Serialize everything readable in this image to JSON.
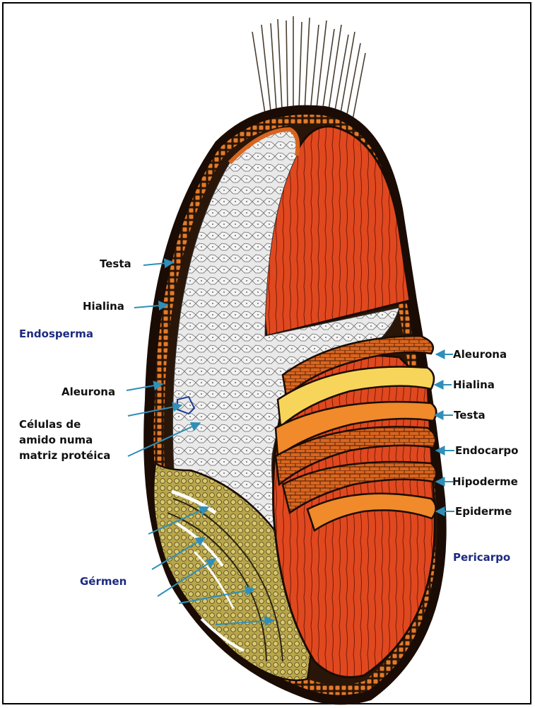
{
  "labels": {
    "left": {
      "testa": "Testa",
      "hialina": "Hialina",
      "endosperma": "Endosperma",
      "aleurona": "Aleurona",
      "celulas_line1": "Células de",
      "celulas_line2": "amido numa",
      "celulas_line3": "matriz protéica",
      "germen": "Gérmen"
    },
    "right": {
      "aleurona": "Aleurona",
      "hialina": "Hialina",
      "testa": "Testa",
      "endocarpo": "Endocarpo",
      "hipoderme": "Hipoderme",
      "epiderme": "Epiderme",
      "pericarpo": "Pericarpo"
    }
  },
  "colors": {
    "arrow": "#2f8fb8",
    "region_label": "#1c2a80",
    "pericarp_red": "#e0481f",
    "husk_brown": "#c9551b",
    "hyaline_yellow": "#f7d55a",
    "germ_olive": "#b9a64a",
    "endosperm_gray": "#e6e6e6"
  }
}
